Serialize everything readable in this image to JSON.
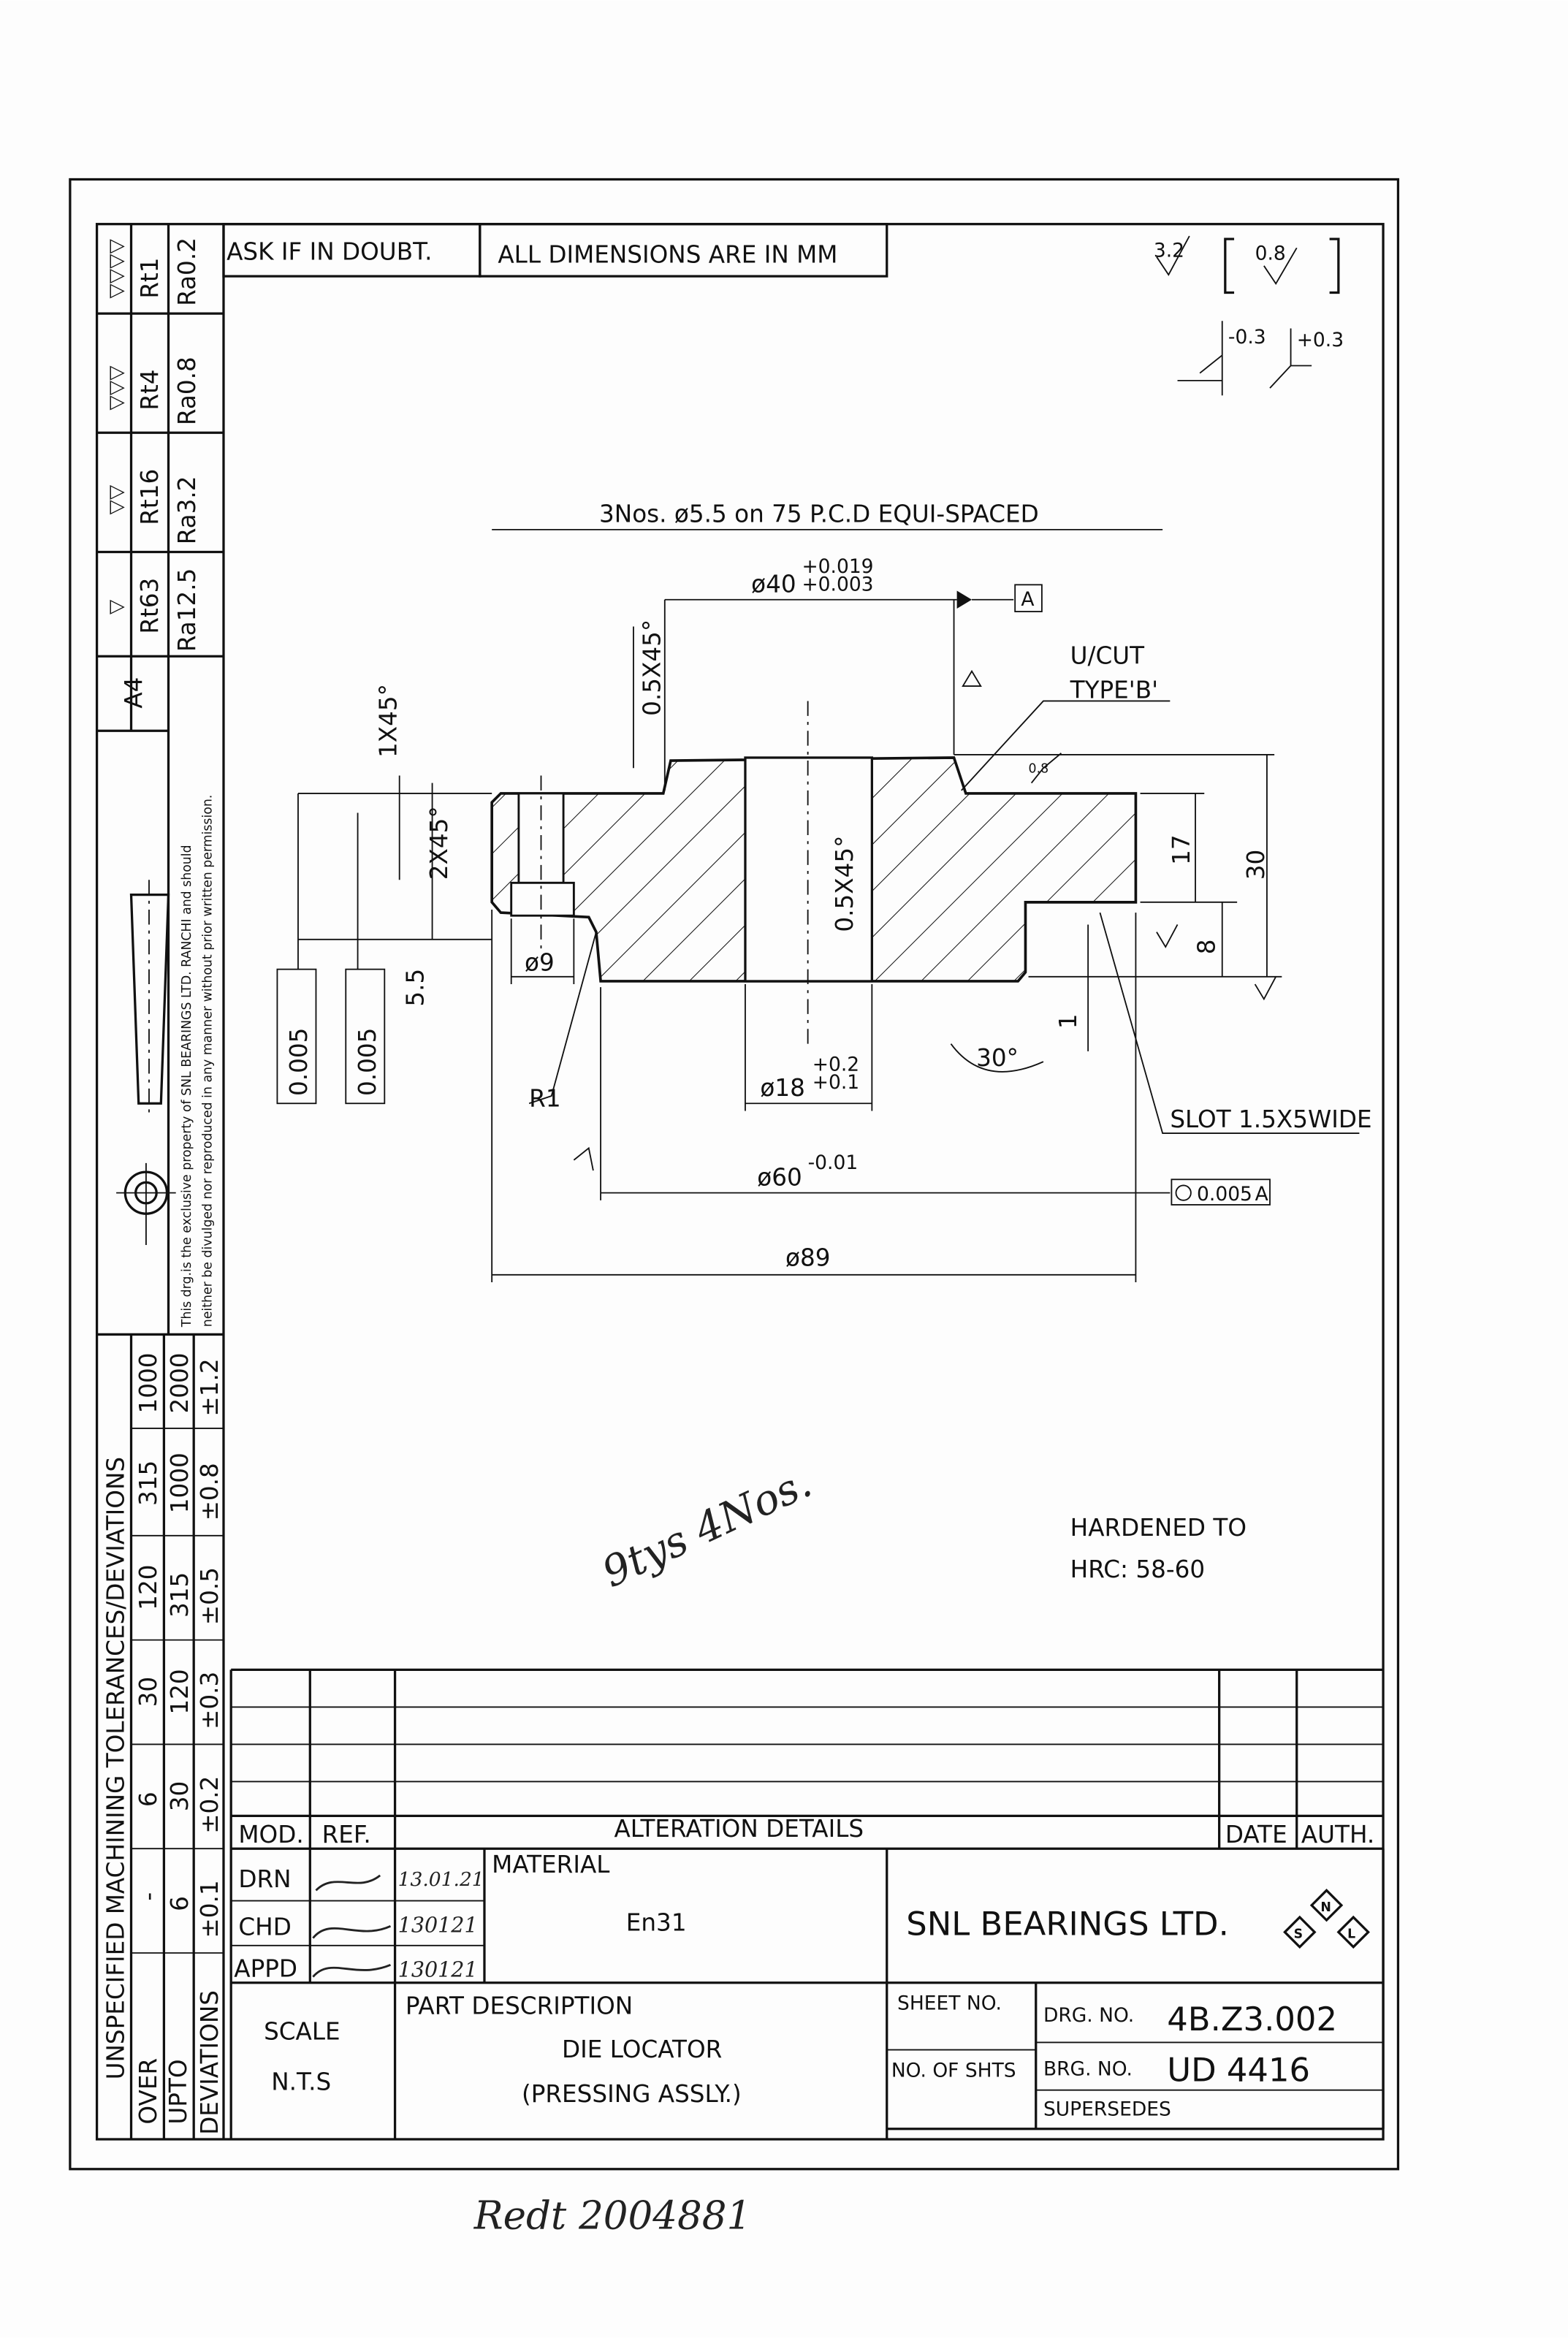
{
  "header": {
    "ask": "ASK IF IN DOUBT.",
    "dims": "ALL DIMENSIONS   ARE IN MM"
  },
  "surface_finish": [
    {
      "symbol": "▽▽▽▽",
      "rt": "Rt1",
      "ra": "Ra0.2"
    },
    {
      "symbol": "▽▽▽",
      "rt": "Rt4",
      "ra": "Ra0.8"
    },
    {
      "symbol": "▽▽",
      "rt": "Rt16",
      "ra": "Ra3.2"
    },
    {
      "symbol": "▽",
      "rt": "Rt63",
      "ra": "Ra12.5"
    }
  ],
  "sheet_size": "A4",
  "copyright": {
    "line1": "This drg.is the exclusive property of  SNL  BEARINGS LTD. RANCHI and should",
    "line2": "neither be divulged nor reproduced in any manner without prior written permission."
  },
  "tolerances": {
    "title": "UNSPECIFIED MACHINING TOLERANCES/DEVIATIONS",
    "over_label": "OVER",
    "upto_label": "UPTO",
    "dev_label": "DEVIATIONS",
    "over": [
      "-",
      "6",
      "30",
      "120",
      "315",
      "1000"
    ],
    "upto": [
      "6",
      "30",
      "120",
      "315",
      "1000",
      "2000"
    ],
    "dev": [
      "±0.1",
      "±0.2",
      "±0.3",
      "±0.5",
      "±0.8",
      "±1.2"
    ]
  },
  "general_finish": {
    "main": "3.2",
    "bracket": "0.8",
    "minus": "-0.3",
    "plus": "+0.3"
  },
  "drawing": {
    "holes_note": "3Nos. ø5.5 on 75 P.C.D EQUI-SPACED",
    "d40": "ø40",
    "d40_up": "+0.019",
    "d40_low": "+0.003",
    "datum": "A",
    "chamfer_top": "0.5X45°",
    "chamfer_left": "1X45°",
    "chamfer_2": "2X45°",
    "chamfer_bore": "0.5X45°",
    "ucut1": "U/CUT",
    "ucut2": "TYPE'B'",
    "finish_08": "0.8",
    "dim17": "17",
    "dim30": "30",
    "dim8": "8",
    "dim1": "1",
    "dim55": "5.5",
    "d9": "ø9",
    "r1": "R1",
    "d18": "ø18",
    "d18_up": "+0.2",
    "d18_low": "+0.1",
    "angle": "30°",
    "slot": "SLOT 1.5X5WIDE",
    "d60": "ø60",
    "d60_tol": "-0.01",
    "circ_tol": "0.005",
    "circ_datum": "A",
    "d89": "ø89",
    "par_tol": "0.005",
    "hardened1": "HARDENED  TO",
    "hardened2": "HRC:  58-60"
  },
  "title_block": {
    "mod": "MOD.",
    "ref": "REF.",
    "alteration": "ALTERATION   DETAILS",
    "date": "DATE",
    "auth": "AUTH.",
    "drn": "DRN",
    "chd": "CHD",
    "appd": "APPD",
    "drn_date": "13.01.21",
    "chd_date": "130121",
    "appd_date": "130121",
    "material_label": "MATERIAL",
    "material": "En31",
    "company": "SNL  BEARINGS  LTD.",
    "logo": [
      "S",
      "N",
      "L"
    ],
    "part_label": "PART DESCRIPTION",
    "part_name": "DIE LOCATOR",
    "part_sub": "(PRESSING ASSLY.)",
    "scale_label": "SCALE",
    "scale": "N.T.S",
    "sheet_no": "SHEET  NO.",
    "no_of_shts": "NO.  OF  SHTS",
    "drg_label": "DRG.  NO.",
    "drg_no": "4B.Z3.002",
    "brg_label": "BRG.  NO.",
    "brg_no": "UD  4416",
    "supersedes": "SUPERSEDES"
  },
  "handwritten": {
    "qty": "9tys 4Nos.",
    "ref": "Redt 2004881"
  }
}
